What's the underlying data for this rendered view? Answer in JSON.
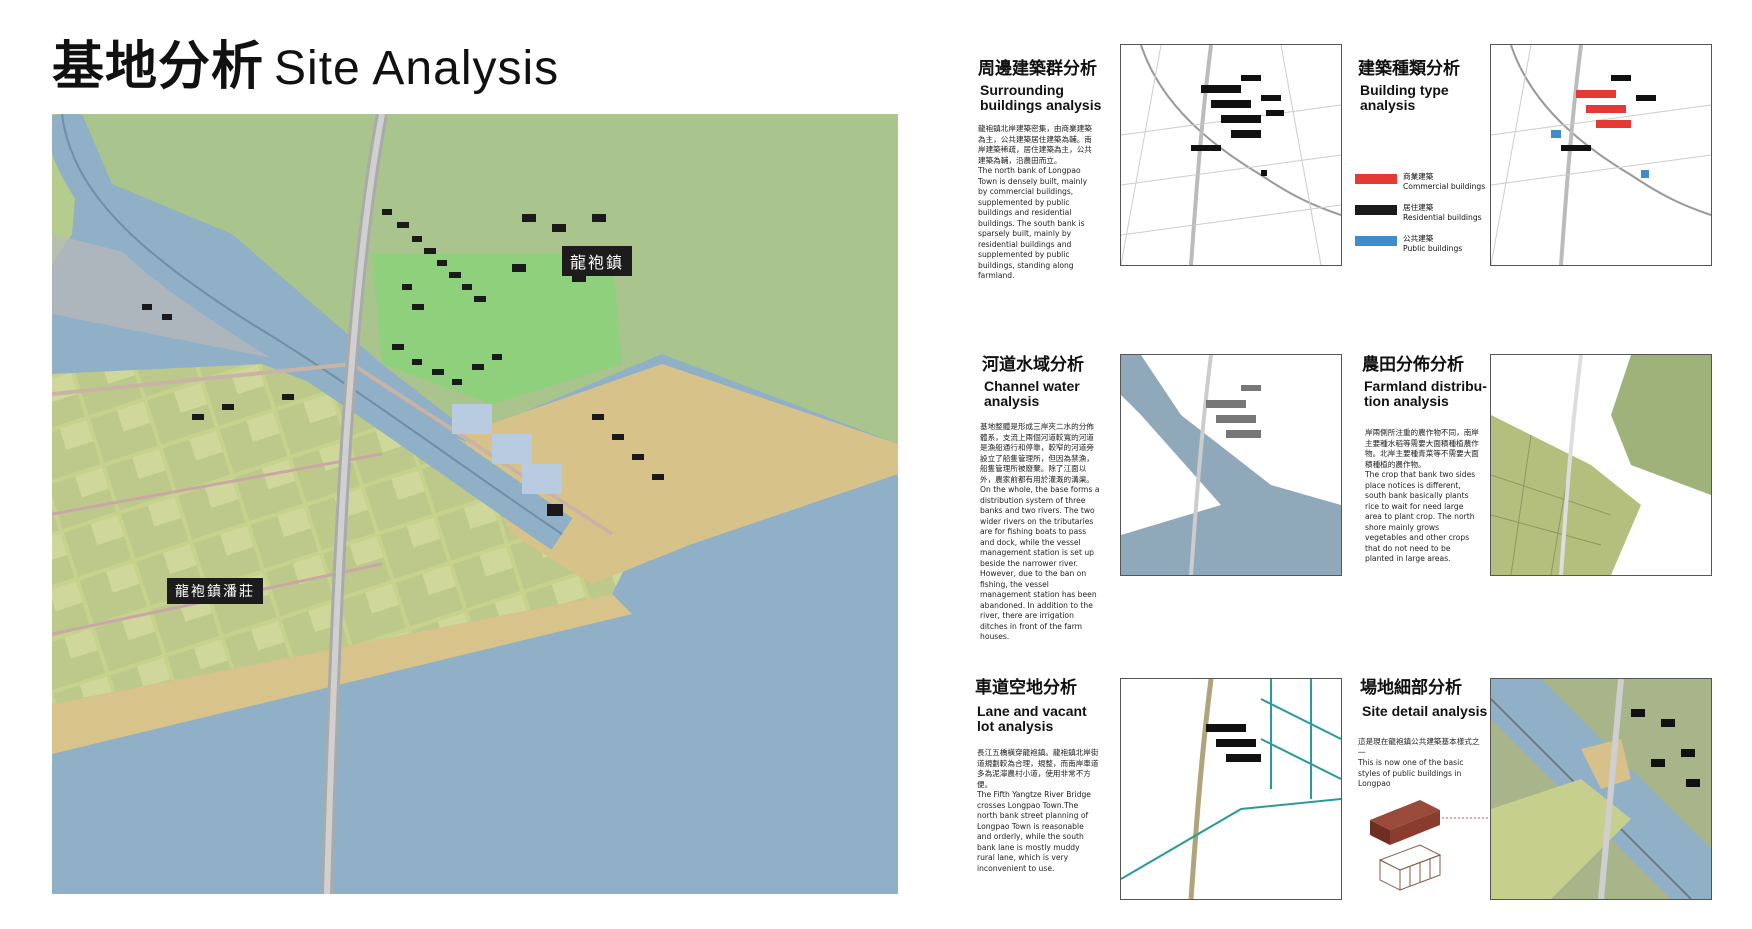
{
  "header": {
    "title_cn": "基地分析",
    "title_en": "Site Analysis"
  },
  "main_map": {
    "label_town": "龍袍鎮",
    "label_village": "龍袍鎮潘莊"
  },
  "colors": {
    "water": "#8fb0c7",
    "north_green": "#a9c98a",
    "bright_green": "#8fd07c",
    "south_yellow": "#d9c58a",
    "farm_light": "#c9d38f",
    "commercial": "#e53935",
    "residential": "#1a1a1a",
    "public": "#3d8ccc"
  },
  "panels": {
    "surrounding": {
      "title": "周邊建築群分析",
      "subtitle_1": "Surrounding",
      "subtitle_2": "buildings analysis",
      "desc_cn": "龍袍鎮北岸建築密集，由商業建築為主，公共建築居住建築為輔。南岸建築稀疏，居住建築為主，公共建築為輔，沿農田而立。",
      "desc_en": "The north bank of Longpao Town is densely built, mainly by commercial buildings, supplemented by public buildings and residential buildings. The south bank is sparsely built, mainly by residential buildings and supplemented by public buildings, standing along farmland."
    },
    "building_type": {
      "title": "建築種類分析",
      "subtitle_1": "Building type",
      "subtitle_2": "analysis",
      "legend": [
        {
          "cn": "商業建築",
          "en": "Commercial buildings",
          "color": "#e53935"
        },
        {
          "cn": "居住建築",
          "en": "Residential buildings",
          "color": "#1a1a1a"
        },
        {
          "cn": "公共建築",
          "en": "Public buildings",
          "color": "#3d8ccc"
        }
      ]
    },
    "channel": {
      "title": "河道水域分析",
      "subtitle_1": "Channel water",
      "subtitle_2": "analysis",
      "desc_cn": "基地整體是形成三岸夾二水的分佈體系，支流上兩個河道較寬的河道是漁船通行和停靠，較窄的河道旁設立了船隻管理所，但因為禁漁，船隻管理所被廢棄。除了江面以外，農家前都有用於灌溉的溝渠。",
      "desc_en": "On the whole, the base forms a distribution system of three banks and two rivers. The two wider rivers on the tributaries are for fishing boats to pass and dock, while the vessel management station is set up beside the narrower river. However, due to the ban on fishing, the vessel management station has been abandoned. In addition to the river, there are irrigation ditches in front of the farm houses."
    },
    "farmland": {
      "title": "農田分佈分析",
      "subtitle_1": "Farmland distribu-",
      "subtitle_2": "tion analysis",
      "desc_cn": "岸兩側所注重的農作物不同，南岸主要種水稻等需要大面積種植農作物。北岸主要種青菜等不需要大面積種植的農作物。",
      "desc_en": "The crop that bank two sides place notices is different, south bank basically plants rice to wait for need large area to plant crop. The north shore mainly grows vegetables and other crops that do not need to be planted in large areas."
    },
    "lane": {
      "title": "車道空地分析",
      "subtitle_1": "Lane and vacant",
      "subtitle_2": "lot analysis",
      "desc_cn": "長江五橋橫穿龍袍鎮。龍袍鎮北岸街道規劃較為合理，規整，而南岸車道多為泥濘農村小道，使用非常不方便。",
      "desc_en": "The Fifth Yangtze River Bridge crosses Longpao Town.The north bank street planning of Longpao Town is reasonable and orderly, while the south bank lane is mostly muddy rural lane, which is very inconvenient to use."
    },
    "detail": {
      "title": "場地細部分析",
      "subtitle_1": "Site detail analysis",
      "desc_cn": "這是現在龍袍鎮公共建築基本樣式之一",
      "desc_en": "This is now one of the basic styles of public buildings in Longpao"
    }
  }
}
